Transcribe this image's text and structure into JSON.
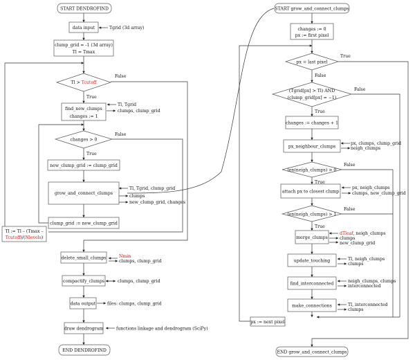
{
  "colors": {
    "highlight": "#c8231c",
    "line": "#333333",
    "box_border": "#555555"
  },
  "dendrofind": {
    "start": "START DENDROFIND",
    "data_input": "data input",
    "data_input_arg": "Tgrid (3d array)",
    "init1": "clump_grid = -1 (3d array)",
    "init2": "Tl = Tmax",
    "cond_tl_a": "Tl > ",
    "cond_tl_b": "Tcutoff",
    "find_new_clumps": "find_new_clumps",
    "changes_init": "changes := 1",
    "find_in": "Tl, Tgrid",
    "find_out": "clumps, clump_grid",
    "cond_changes": "changes > 0",
    "new_clump_grid": "new_clump_grid := clump_grid",
    "grow_and_connect": "grow_and_connect_clumps",
    "grow_in": "Tl, Tgrid, clump_grid",
    "grow_out1": "clumps",
    "grow_out2": "new_clump_grid, changes",
    "clump_grid_assign": "clump_grid := new_clump_grid",
    "tl_update_a": "Tl := Tl – (Tmax –",
    "tl_update_b": "Tcutoff",
    "tl_update_c": ")/(",
    "tl_update_d": "Nlevels",
    "tl_update_e": ")",
    "delete_small": "delete_small_clumps",
    "delete_in": "Nmin",
    "delete_out": "clumps, clump_grid",
    "compactify": "compactify_clumps",
    "compactify_io": "clumps, clump_grid",
    "data_output": "data output",
    "data_output_arg": "files: clumps, clump_grid",
    "draw_dendrogram": "draw dendrogram",
    "draw_arg": "functions linkage and dendrogram (SciPy)",
    "end": "END DENDROFIND",
    "true_label": "True",
    "false_label": "False"
  },
  "grow": {
    "start": "START grow_and_connect_clumps",
    "init1": "changes := 0",
    "init2": "px := first pixel",
    "cond_last": "px = last pixel",
    "cond_tgrid1": "(Tgrid[px] > Tl) AND",
    "cond_tgrid2": "(clump_grid[px] = −1)",
    "changes_inc": "changes := changes + 1",
    "px_neighbour": "px_neighbour_clumps",
    "px_in": "px, clumps, clump_grid",
    "px_out": "neigh_clumps",
    "cond_len_gt0": "len(neigh_clumps) > 0",
    "attach": "attach px to closest clump",
    "attach_in": "px, neigh_clumps",
    "attach_out": "clumps, new_clump_grid",
    "cond_len_gt1": "len(neigh_clumps) > 1",
    "merge": "merge_clumps",
    "merge_in_a": "dTleaf",
    "merge_in_b": ", neigh_clumps",
    "merge_out1": "clumps",
    "merge_out2": "new_clump_grid",
    "update_touching": "update_touching",
    "update_in": "Tl, neigh_clumps",
    "update_out": "clumps",
    "find_interconnected": "find_interconnected",
    "find_in": "neigh_clumps, clumps",
    "find_out": "interconnected",
    "make_connections": "make_connections",
    "make_in": "Tl, interconnected",
    "make_out": "clumps",
    "next_pixel": "px := next pixel",
    "end": "END grow_and_connect_clumps"
  }
}
